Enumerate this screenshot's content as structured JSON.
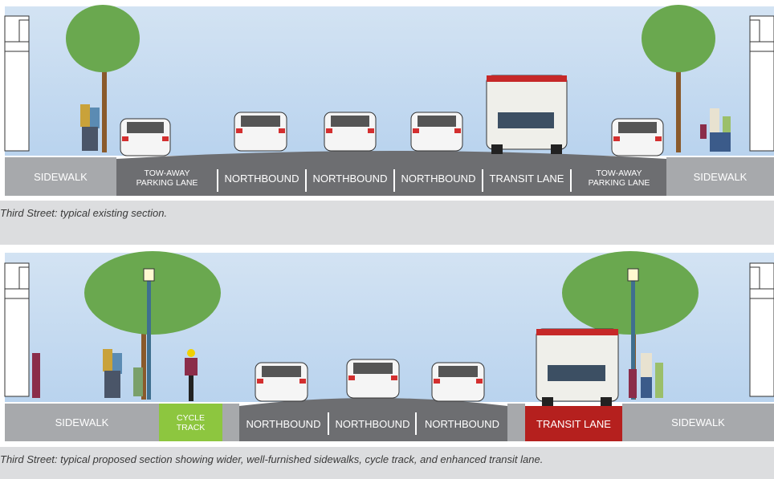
{
  "existing": {
    "lanes": [
      "SIDEWALK",
      "TOW-AWAY PARKING LANE",
      "NORTHBOUND",
      "NORTHBOUND",
      "NORTHBOUND",
      "TRANSIT LANE",
      "TOW-AWAY PARKING LANE",
      "SIDEWALK"
    ],
    "caption": "Third Street: typical existing section."
  },
  "proposed": {
    "lanes": [
      "SIDEWALK",
      "CYCLE TRACK",
      "NORTHBOUND",
      "NORTHBOUND",
      "NORTHBOUND",
      "TRANSIT LANE",
      "SIDEWALK"
    ],
    "caption": "Third Street: typical proposed section showing wider, well-furnished sidewalks, cycle track, and enhanced transit lane."
  },
  "colors": {
    "sidewalk": "#a7a9ac",
    "road": "#6d6e71",
    "cycle_track": "#8dc63f",
    "transit_lane": "#b5201e",
    "caption_bg": "#dcdddf"
  }
}
